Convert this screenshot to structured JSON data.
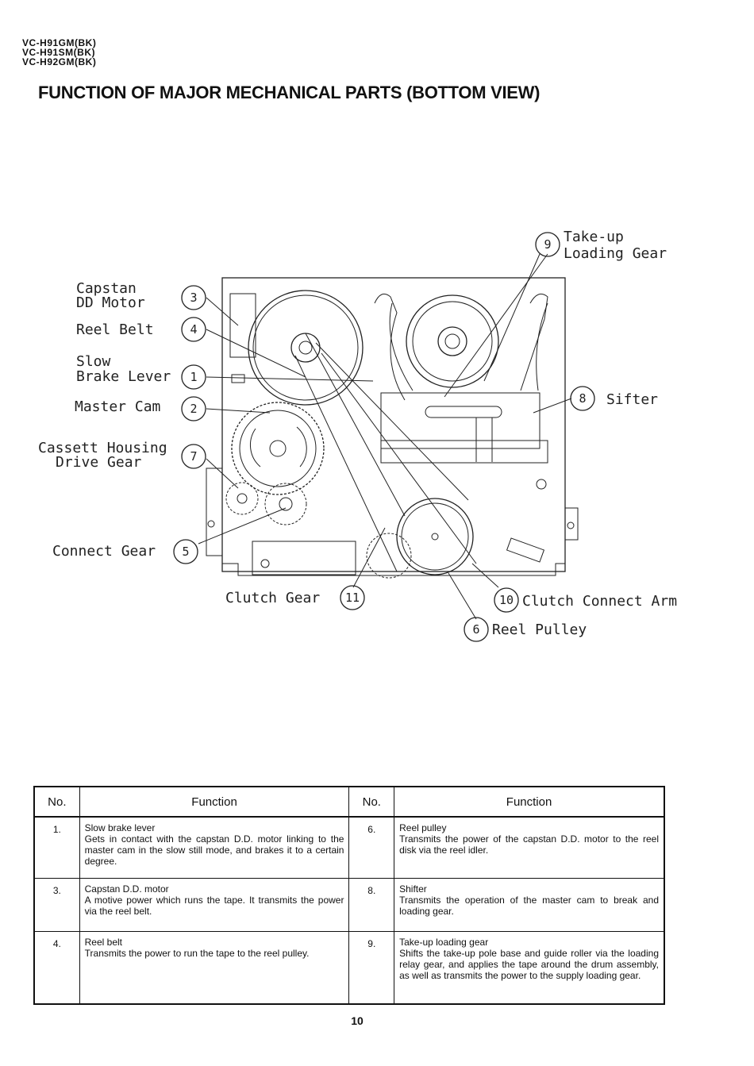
{
  "header": {
    "models": [
      "VC-H91GM(BK)",
      "VC-H91SM(BK)",
      "VC-H92GM(BK)"
    ],
    "title": "FUNCTION OF MAJOR MECHANICAL PARTS (BOTTOM VIEW)"
  },
  "diagram": {
    "callouts": {
      "takeup_gear": {
        "num": "9",
        "line1": "Take-up",
        "line2": "Loading Gear"
      },
      "capstan": {
        "num": "3",
        "line1": "Capstan",
        "line2": "DD Motor"
      },
      "reel_belt": {
        "num": "4",
        "line1": "Reel Belt"
      },
      "slow_brake": {
        "num": "1",
        "line1": "Slow",
        "line2": "Brake Lever"
      },
      "master_cam": {
        "num": "2",
        "line1": "Master Cam"
      },
      "cassette_gear": {
        "num": "7",
        "line1": "Cassett Housing",
        "line2": "Drive Gear"
      },
      "sifter": {
        "num": "8",
        "line1": "Sifter"
      },
      "connect_gear": {
        "num": "5",
        "line1": "Connect Gear"
      },
      "clutch_gear": {
        "num": "11",
        "line1": "Clutch Gear"
      },
      "clutch_arm": {
        "num": "10",
        "line1": "Clutch Connect Arm"
      },
      "reel_pulley": {
        "num": "6",
        "line1": "Reel Pulley"
      }
    }
  },
  "table": {
    "headers": {
      "no": "No.",
      "function": "Function"
    },
    "rows": [
      {
        "left": {
          "no": "1.",
          "name": "Slow brake lever",
          "desc": "Gets in contact with the capstan D.D. motor linking to the master cam in the slow still mode, and brakes it to a certain degree."
        },
        "right": {
          "no": "6.",
          "name": "Reel pulley",
          "desc": "Transmits the power of the capstan D.D. motor to the reel disk via the reel idler."
        }
      },
      {
        "left": {
          "no": "3.",
          "name": "Capstan D.D. motor",
          "desc": "A motive power which runs the tape.  It transmits the power via the reel belt."
        },
        "right": {
          "no": "8.",
          "name": "Shifter",
          "desc": "Transmits the operation of the master cam to break and loading gear."
        }
      },
      {
        "left": {
          "no": "4.",
          "name": "Reel belt",
          "desc": "Transmits the power to run the tape to the reel pulley."
        },
        "right": {
          "no": "9.",
          "name": "Take-up loading gear",
          "desc": "Shifts the take-up pole base and guide roller via the loading relay gear, and applies the tape around the drum assembly, as well as transmits the power to the supply loading gear."
        }
      }
    ]
  },
  "footer": {
    "page_number": "10"
  }
}
